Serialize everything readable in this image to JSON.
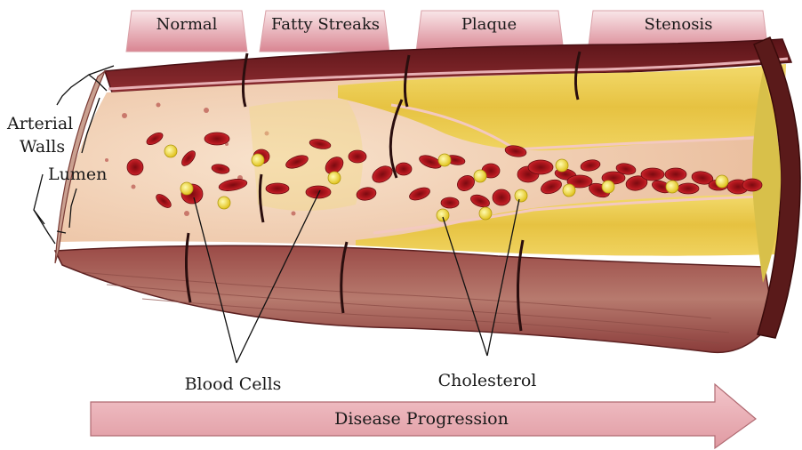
{
  "stages": [
    "Normal",
    "Fatty Streaks",
    "Plaque",
    "Stenosis"
  ],
  "labels": {
    "arterial_walls_line1": "Arterial",
    "arterial_walls_line2": "Walls",
    "lumen": "Lumen",
    "blood_cells": "Blood Cells",
    "cholesterol": "Cholesterol"
  },
  "progression_label": "Disease Progression",
  "colors": {
    "tab_top": "#f7dde0",
    "tab_bottom": "#d9828e",
    "arrow_fill": "#e9a9b0",
    "wall_outer": "#7a2a2e",
    "wall_tissue": "#a86a62",
    "lumen_inner": "#f2d2bc",
    "plaque": "#e8c94a",
    "blood_cell": "#b0161f",
    "cholesterol": "#f1e03c"
  }
}
